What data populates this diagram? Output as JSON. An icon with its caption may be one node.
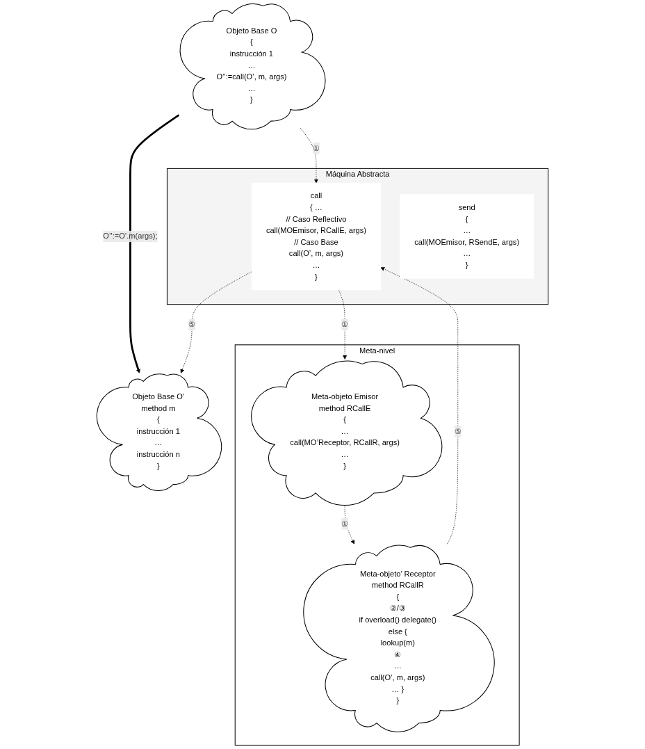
{
  "diagram": {
    "nodes": [
      {
        "text": [
          "Objeto Base O",
          "{",
          "instrucción 1",
          "…",
          "O’’:=call(O’, m, args)",
          "…",
          "}"
        ]
      },
      {
        "text": [
          "Objeto Base O’",
          "method m",
          "{",
          "instrucción 1",
          "…",
          "instrucción n",
          "}"
        ]
      },
      {
        "text": [
          "Máquina Abstracta"
        ]
      },
      {
        "text": [
          "call",
          "{ …",
          "// Caso Reflectivo",
          "call(MOEmisor, RCallE, args)",
          "// Caso Base",
          "call(O’, m, args)",
          "…",
          "}"
        ],
        "in": 2
      },
      {
        "text": [
          "send",
          "{",
          "…",
          "call(MOEmisor, RSendE, args)",
          "…",
          "}"
        ],
        "in": 2
      },
      {
        "text": [
          "Meta-nivel"
        ]
      },
      {
        "text": [
          "Meta-objeto Emisor",
          "method RCallE",
          "{",
          "…",
          "call(MO’Receptor, RCallR, args)",
          "…",
          "}"
        ],
        "in": 5
      },
      {
        "text": [
          "Meta-objeto’ Receptor",
          "method RCallR",
          "{",
          "②/③",
          "if overload() delegate()",
          "else {",
          "lookup(m)",
          "④",
          "…",
          "call(O’, m, args)",
          "… }",
          "}"
        ],
        "in": 5
      }
    ],
    "edges": [
      {
        "from": 0,
        "to": 1,
        "arrow": "to",
        "style": "thick",
        "label": "O’’:=O’.m(args);"
      },
      {
        "from": 0,
        "to": 3,
        "arrow": "to",
        "style": "dashed",
        "label": "①"
      },
      {
        "from": 3,
        "to": 1,
        "arrow": "to",
        "style": "dashed",
        "label": "⑤"
      },
      {
        "from": 3,
        "to": 6,
        "arrow": "to",
        "style": "dashed",
        "label": "①"
      },
      {
        "from": 6,
        "to": 7,
        "arrow": "to",
        "style": "dashed",
        "label": "①"
      },
      {
        "from": 7,
        "to": 3,
        "arrow": "to",
        "style": "dashed",
        "label": "⑤"
      }
    ]
  }
}
